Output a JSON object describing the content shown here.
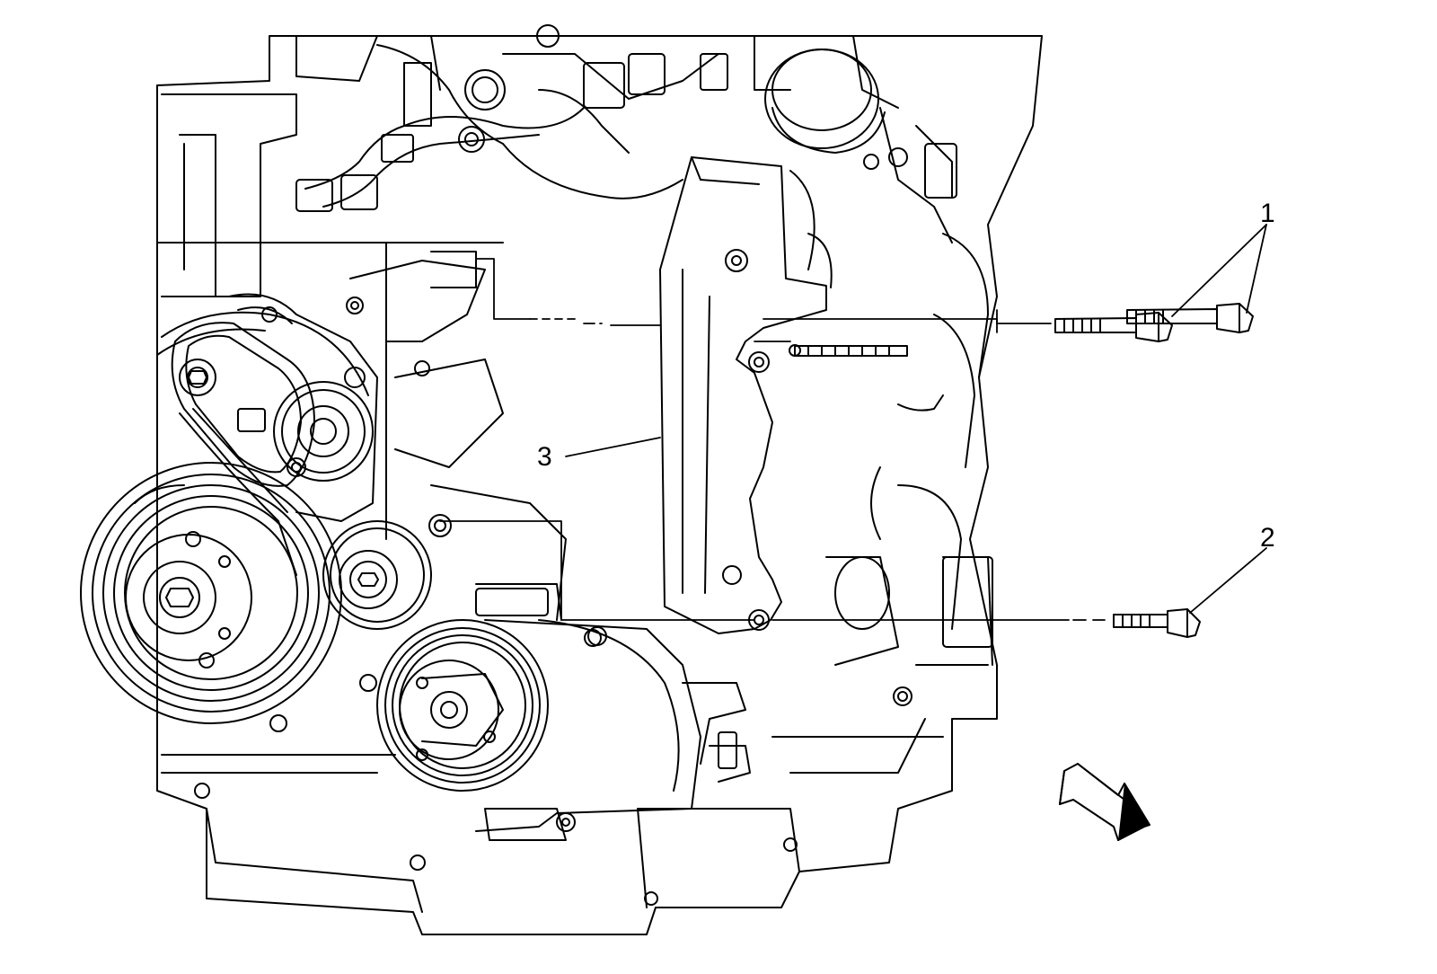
{
  "diagram": {
    "callouts": {
      "bolts_upper": "1",
      "bolt_lower": "2",
      "shield": "3"
    },
    "components": [
      "engine-block",
      "belt-tensioner",
      "idler-pulley",
      "crankshaft-balancer",
      "ac-compressor",
      "wiring-harness",
      "heat-shield",
      "mounting-bolt",
      "direction-arrow"
    ],
    "colors": {
      "line": "#000000",
      "fill": "#ffffff"
    }
  }
}
